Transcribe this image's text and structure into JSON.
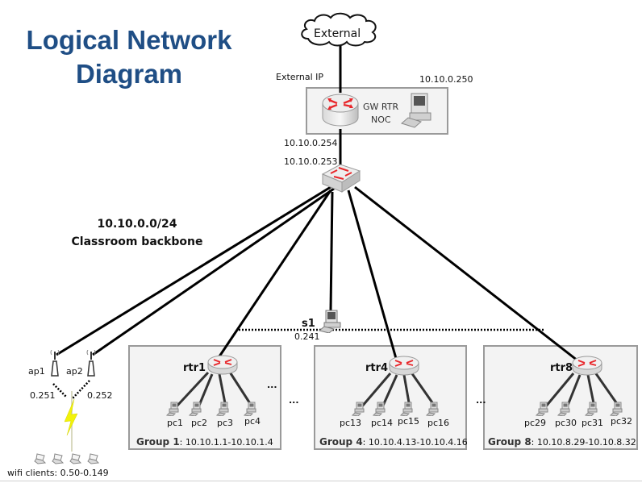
{
  "title": {
    "line1": "Logical Network",
    "line2": "Diagram"
  },
  "external": {
    "cloud_label": "External",
    "external_ip_label": "External IP"
  },
  "noc": {
    "router_label_line1": "GW RTR",
    "router_label_line2": "NOC",
    "noc_ip": "10.10.0.250",
    "gw_inside_ip": "10.10.0.254",
    "switch_ip": "10.10.0.253"
  },
  "backbone": {
    "subnet": "10.10.0.0/24",
    "name": "Classroom backbone"
  },
  "wifi": {
    "aps": [
      {
        "name": "ap1",
        "ip": "0.251"
      },
      {
        "name": "ap2",
        "ip": "0.252"
      }
    ],
    "clients_label": "wifi clients: 0.50-0.149",
    "colors": {
      "bolt": "#f2f20a"
    }
  },
  "server": {
    "name": "s1",
    "ip": "0.241"
  },
  "groups": [
    {
      "router": "rtr1",
      "label_bold": "Group 1",
      "label_range": ": 10.10.1.1-10.10.1.4",
      "pcs": [
        "pc1",
        "pc2",
        "pc3",
        "pc4"
      ]
    },
    {
      "router": "rtr4",
      "label_bold": "Group 4",
      "label_range": ": 10.10.4.13-10.10.4.16",
      "pcs": [
        "pc13",
        "pc14",
        "pc15",
        "pc16"
      ]
    },
    {
      "router": "rtr8",
      "label_bold": "Group 8",
      "label_range": ": 10.10.8.29-10.10.8.32",
      "pcs": [
        "pc29",
        "pc30",
        "pc31",
        "pc32"
      ]
    }
  ],
  "ellipsis": "...",
  "colors": {
    "title": "#1f4e85",
    "arrow_red": "#e8262a",
    "box_fill": "#f3f3f3",
    "box_border": "#9a9a9a"
  }
}
